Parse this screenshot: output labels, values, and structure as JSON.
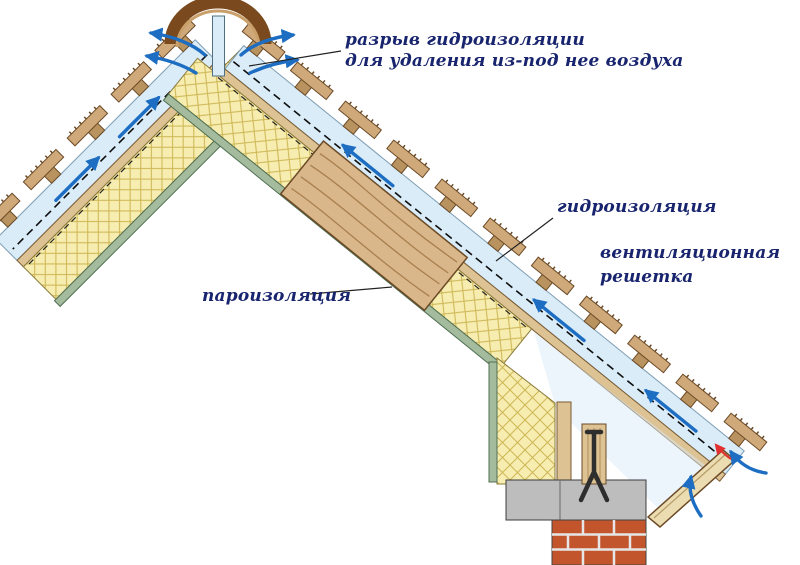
{
  "diagram": {
    "labels": {
      "note_line1": "разрыв гидроизоляции",
      "note_line2": "для удаления из-под нее воздуха",
      "hydro": "гидроизоляция",
      "vent_line1": "вентиляционная",
      "vent_line2": "решетка",
      "vapor": "пароизоляция"
    }
  },
  "colors": {
    "label_text": "#18246e",
    "arrow_blue": "#1d6ec2",
    "air_gap": "#d9ecf8",
    "insulation": "#f7edb0",
    "insulation_hatch": "#cdb654",
    "wood_light": "#ddc294",
    "wood_tile": "#cfa97a",
    "wood_beam": "#d9b78a",
    "grille_wood": "#ecdcb2",
    "ridge_cap": "#7a4a1e",
    "vapor_green": "#a4bb9e",
    "concrete": "#bdbdbd",
    "brick": "#c2552c",
    "leak_red": "#e23030"
  }
}
